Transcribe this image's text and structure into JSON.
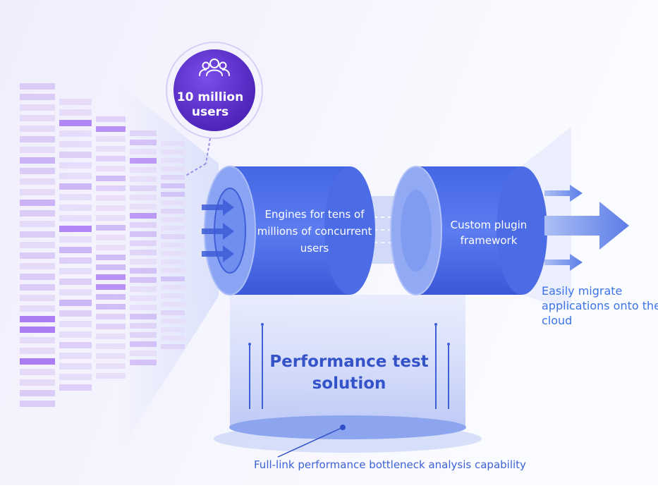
{
  "users_badge": {
    "label": "10 million users",
    "icon": "users-icon"
  },
  "engine": {
    "label": "Engines for tens of millions of concurrent users"
  },
  "plugin": {
    "label": "Custom plugin framework"
  },
  "migration": {
    "label": "Easily migrate applications onto the cloud"
  },
  "solution": {
    "label": "Performance test solution"
  },
  "analysis": {
    "label": "Full-link performance bottleneck analysis capability"
  },
  "colors": {
    "primary_blue": "#3e63dc",
    "cylinder_face": "#6f8ff0",
    "badge_purple": "#5a2fc9",
    "bar_lavender": "#d9c9f7",
    "bar_accent": "#9e6cf2",
    "text_blue": "#3b73e8"
  }
}
